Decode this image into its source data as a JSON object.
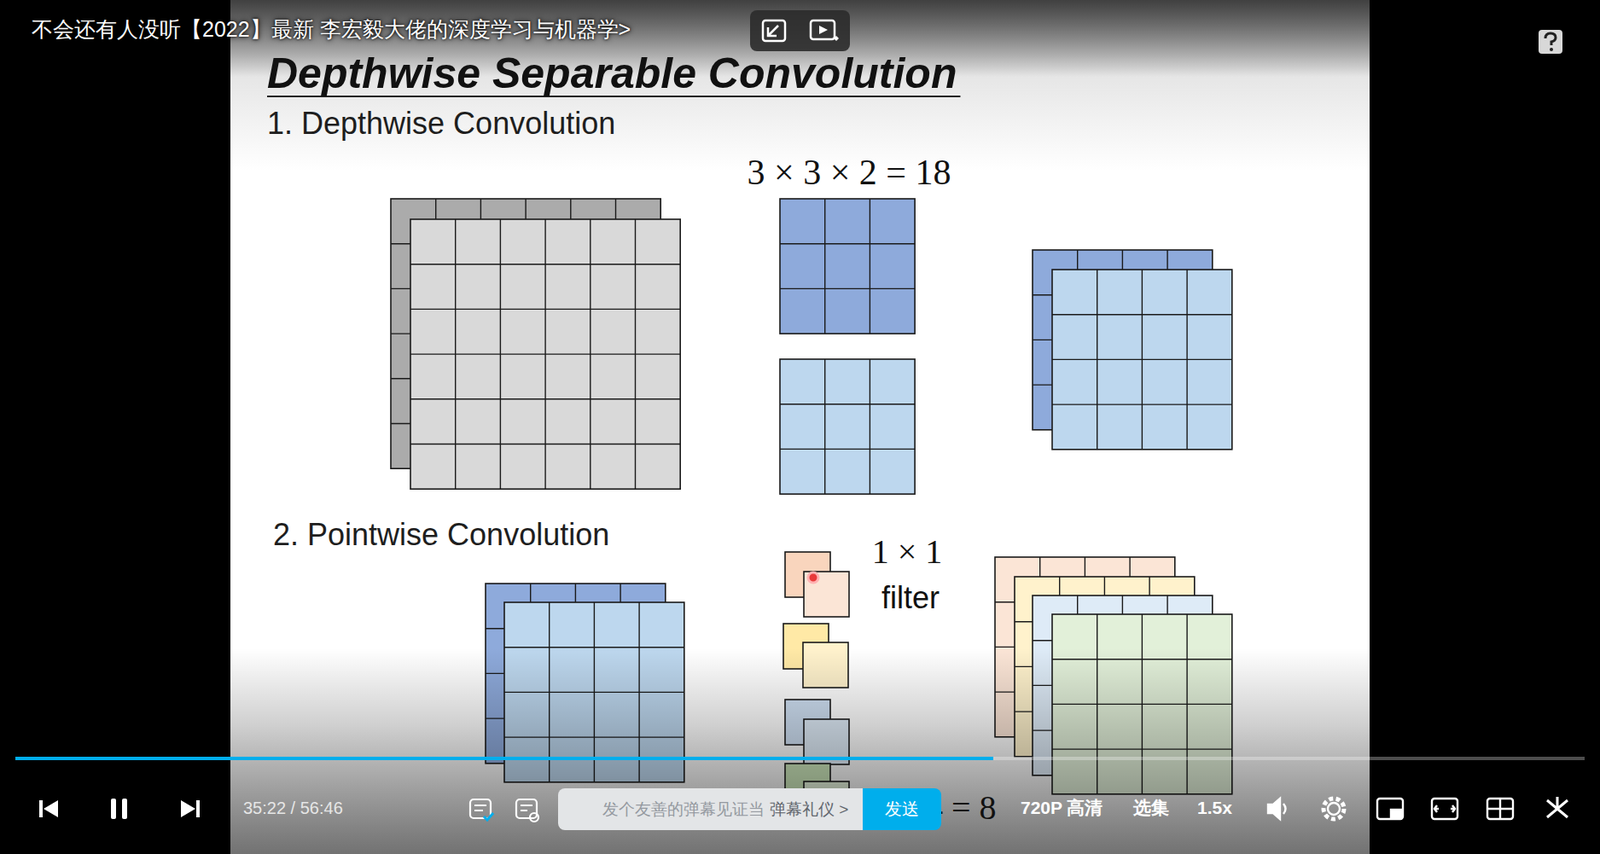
{
  "diagram": {
    "title": "Depthwise Separable Convolution",
    "nodes": [
      {
        "text": [
          "发个友善的弹幕见证当",
          "弹幕礼仪 >"
        ]
      },
      {
        "text": [
          "发送"
        ]
      }
    ],
    "labels": [
      "不会还有人没听【2022】最新 李宏毅大佬的深度学习与机器学>",
      "1. Depthwise Convolution",
      "3 × 3 × 2 = 18",
      "2. Pointwise Convolution",
      "1 × 1",
      "filter",
      "4 = 8",
      "35:22 / 56:46",
      "720P 高清",
      "选集",
      "1.5x"
    ]
  }
}
